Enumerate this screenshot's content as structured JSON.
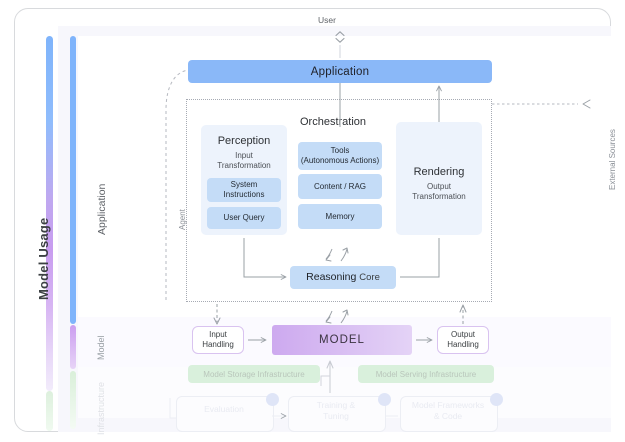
{
  "axis": {
    "model_usage": "Model Usage",
    "layers": [
      "Application",
      "Model",
      "Infrastructure"
    ]
  },
  "top": {
    "user_label": "User",
    "user_arrow_icon": "chevron-up-down-icon"
  },
  "right": {
    "external_sources": "External Sources",
    "external_arrow_icon": "chevron-left-icon"
  },
  "application": {
    "bar_label": "Application"
  },
  "agent": {
    "label": "Agent",
    "orchestration_title": "Orchestration",
    "perception": {
      "title": "Perception",
      "subtitle": "Input\nTransformation",
      "chips": [
        "System\nInstructions",
        "User Query"
      ]
    },
    "orchestration_chips": [
      "Tools\n(Autonomous Actions)",
      "Content / RAG",
      "Memory"
    ],
    "rendering": {
      "title": "Rendering",
      "subtitle": "Output\nTransformation"
    },
    "reasoning_core": {
      "strong": "Reasoning",
      "light": "Core"
    }
  },
  "model_layer": {
    "input_handling": "Input\nHandling",
    "model": "MODEL",
    "output_handling": "Output\nHandling",
    "storage_infrastructure": "Model Storage Infrastructure",
    "serving_infrastructure": "Model Serving Infrastructure"
  },
  "infrastructure_layer": {
    "boxes": [
      "Evaluation",
      "Training &\nTuning",
      "Model Frameworks\n& Code"
    ]
  },
  "colors": {
    "application_blue": "#8ab8f8",
    "chip_blue": "#c4dcf7",
    "panel_blue": "#edf3fc",
    "model_purple": "#cda9ef",
    "infra_green": "#d9f0dc",
    "canvas": "#f7f7fc"
  }
}
